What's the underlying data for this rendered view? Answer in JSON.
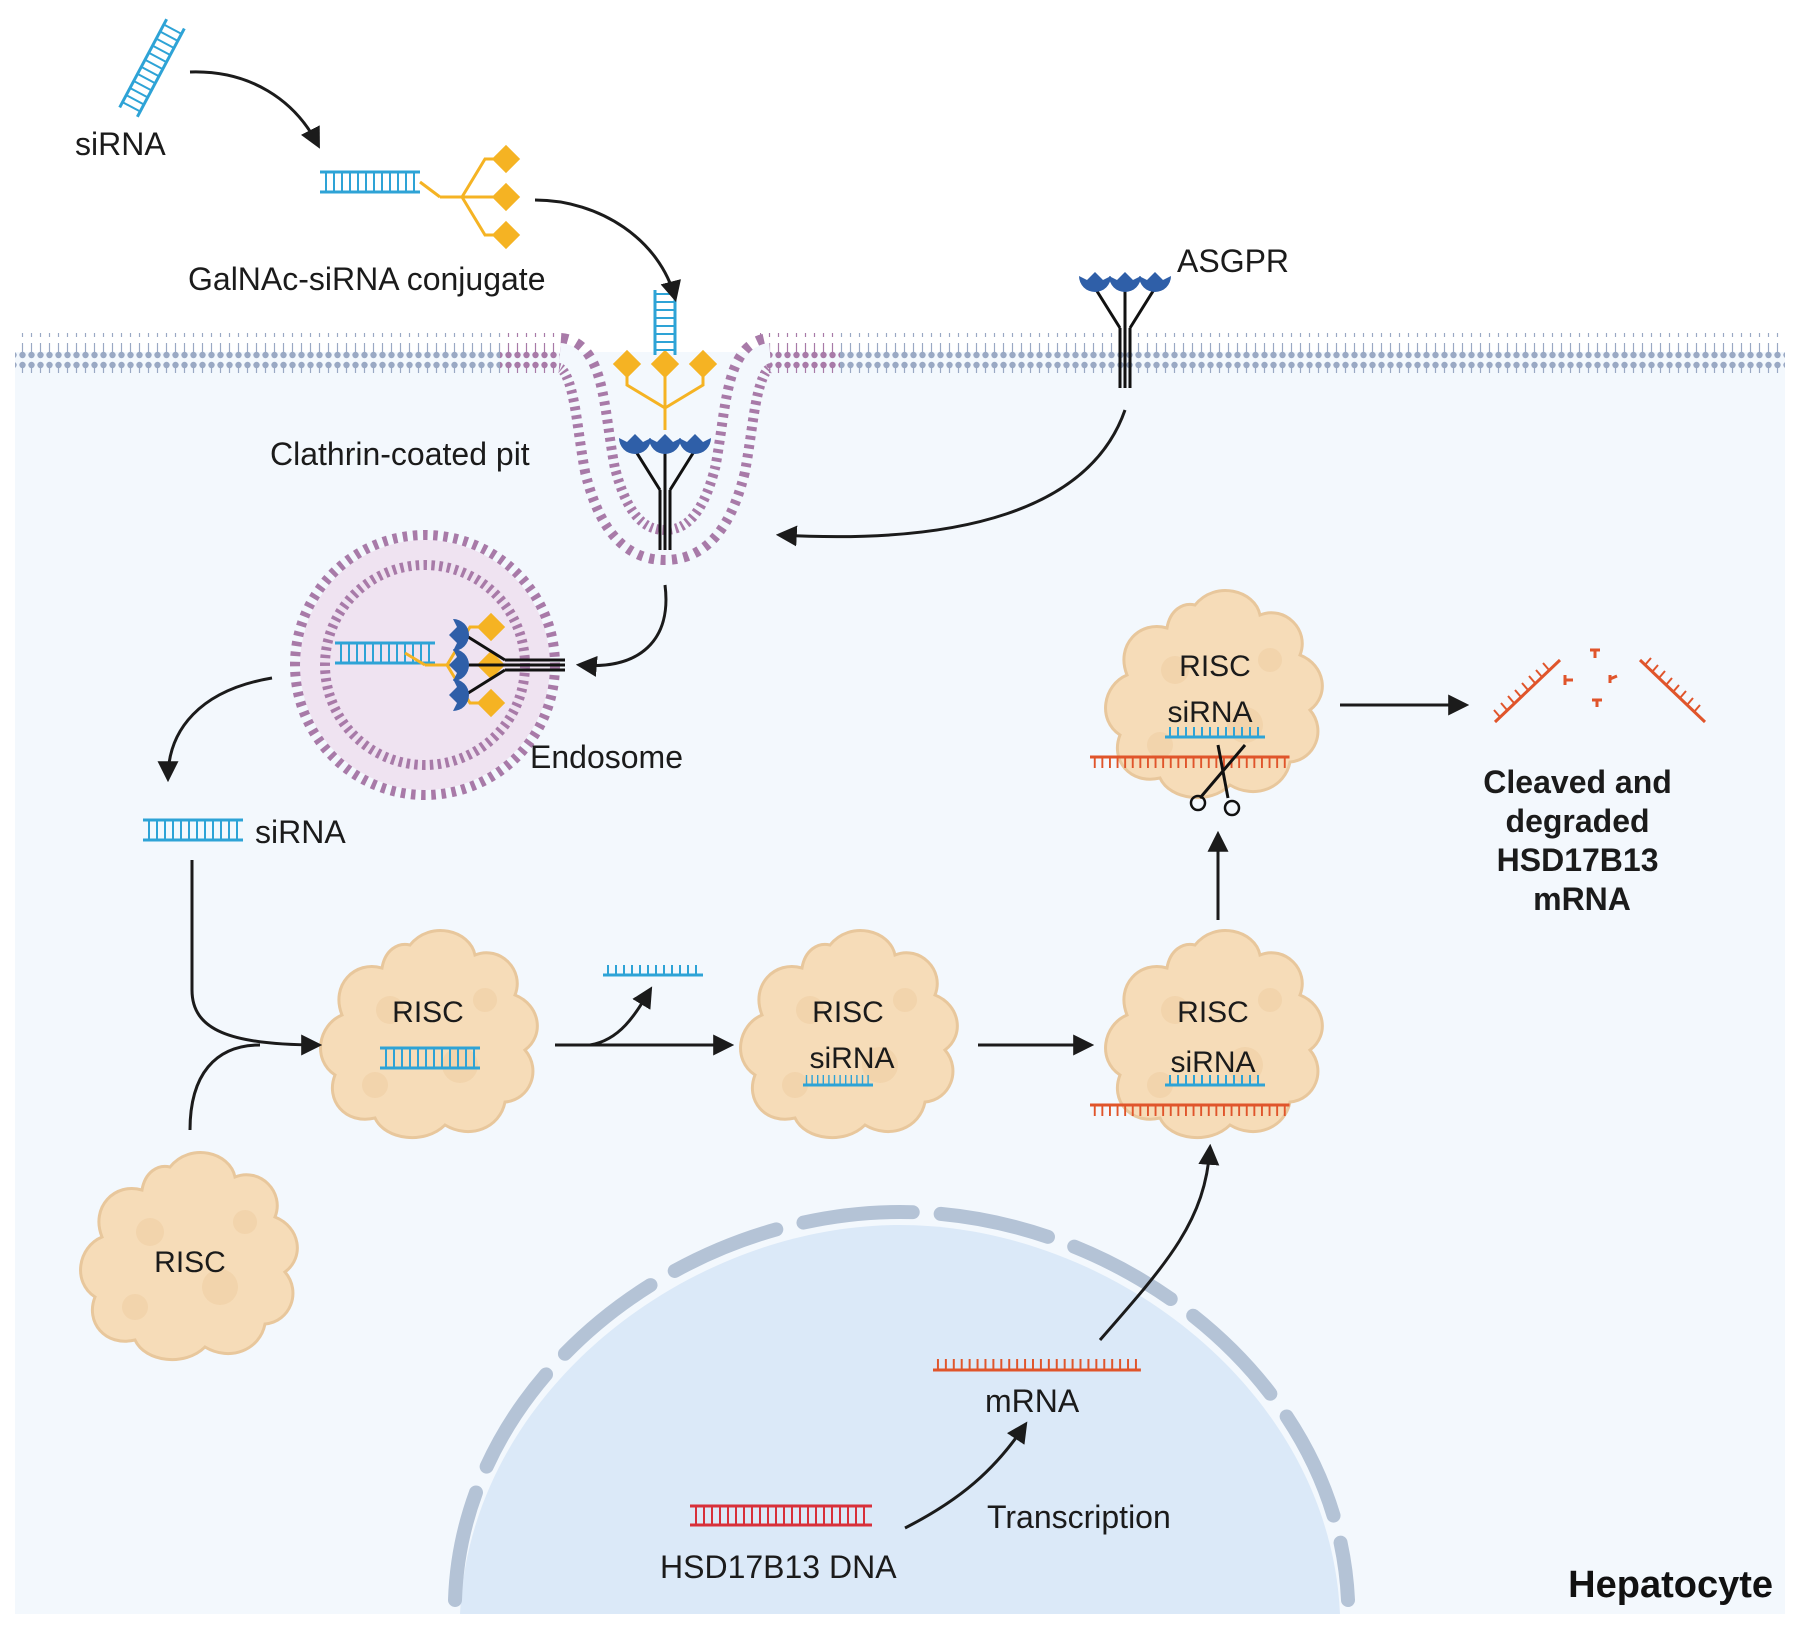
{
  "labels": {
    "sirna_top": "siRNA",
    "conjugate": "GalNAc-siRNA conjugate",
    "asgpr": "ASGPR",
    "pit": "Clathrin-coated pit",
    "endosome": "Endosome",
    "sirna_mid": "siRNA",
    "risc_free": "RISC",
    "risc_1": "RISC",
    "risc_2": "RISC",
    "risc_2_sirna": "siRNA",
    "risc_3": "RISC",
    "risc_3_sirna": "siRNA",
    "risc_4": "RISC",
    "risc_4_sirna": "siRNA",
    "mrna": "mRNA",
    "transcription": "Transcription",
    "dna": "HSD17B13 DNA",
    "cleaved_lines": [
      "Cleaved and",
      "degraded",
      "HSD17B13",
      "mRNA"
    ],
    "cell": "Hepatocyte"
  },
  "colors": {
    "sirna": "#2ea3d6",
    "galnac": "#f5b323",
    "receptor": "#2f5fa8",
    "membrane": "#9aa9c4",
    "pit_membrane": "#a87aa8",
    "risc": "#f6dcb8",
    "mrna": "#e0552b",
    "dna": "#d8303a",
    "cytoplasm": "#f3f8fd",
    "nucleus": "#dbe9f8",
    "nuclear_envelope": "#b4c3d6"
  }
}
